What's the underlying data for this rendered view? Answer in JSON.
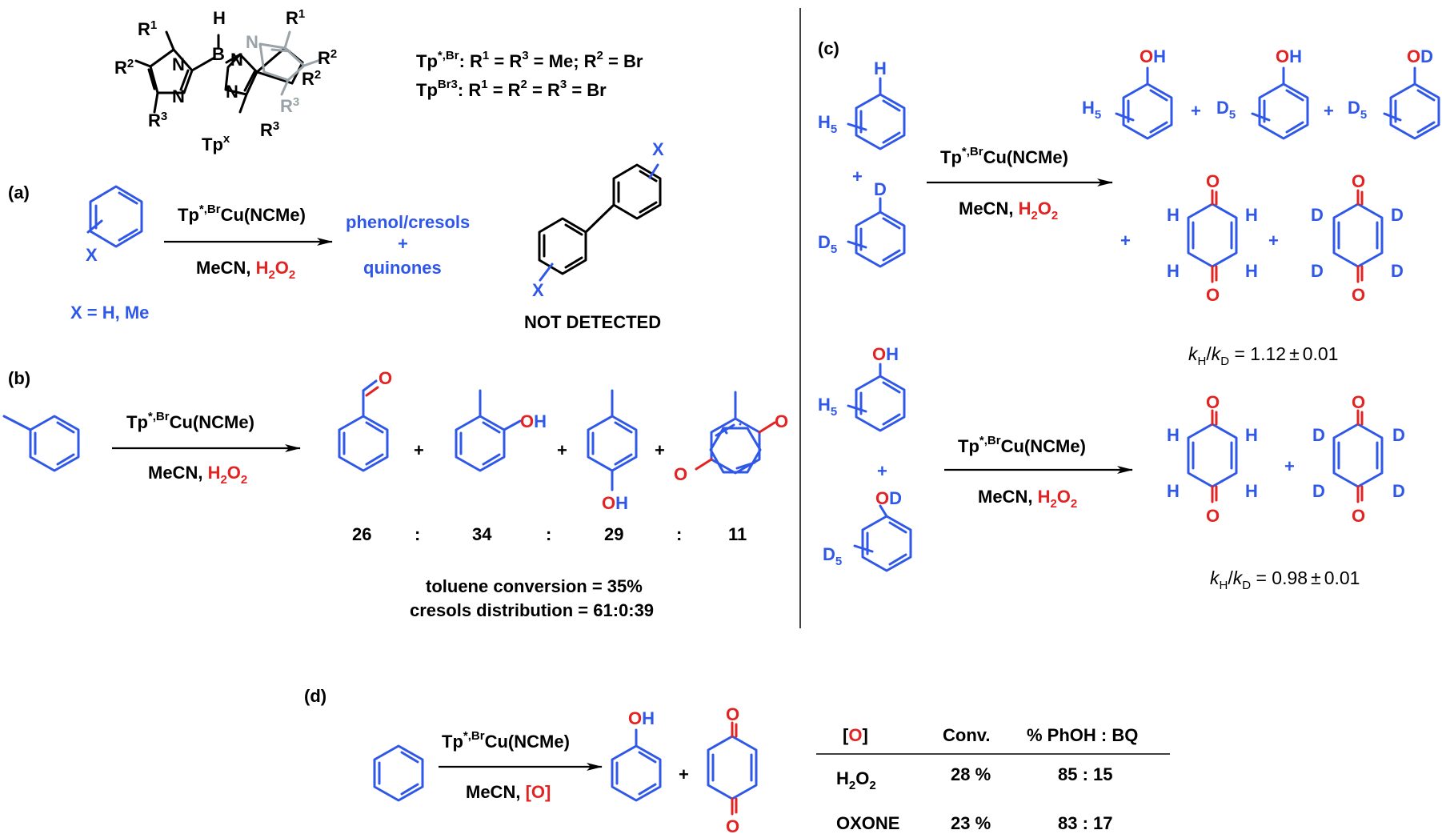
{
  "tp": {
    "R1": "R",
    "R2": "R",
    "R3": "R",
    "H": "H",
    "B": "B",
    "N": "N",
    "label": "Tp",
    "label_sup": "x",
    "def1_head": "Tp",
    "def1_sup": "*,Br",
    "def1_body": ": R",
    "def1_a": "1",
    "def1_b": " = R",
    "def1_c": "3",
    "def1_d": " = Me; R",
    "def1_e": "2",
    "def1_f": " = Br",
    "def2_head": "Tp",
    "def2_sup": "Br3",
    "def2_body": ": R",
    "def2_a": "1",
    "def2_b": " = R",
    "def2_c": "2",
    "def2_d": " = R",
    "def2_e": "3",
    "def2_f": " = Br",
    "sup1": "1",
    "sup2": "2",
    "sup3": "3"
  },
  "catalyst": {
    "tp": "Tp",
    "sup": "*,Br",
    "rest": "Cu(NCMe)"
  },
  "conditions": {
    "solvent": "MeCN, ",
    "oxidant_h": "H",
    "oxidant_2": "2",
    "oxidant_o": "O",
    "oxidant_o2": "2",
    "bracket_ox": "[O]"
  },
  "panel_a": {
    "label": "(a)",
    "x_label": "X",
    "x_def": "X = H, Me",
    "product1": "phenol/cresols",
    "plus": "+",
    "product2": "quinones",
    "not_detected": "NOT DETECTED"
  },
  "panel_b": {
    "label": "(b)",
    "plus": "+",
    "O": "O",
    "OH": "OH",
    "ratios": [
      "26",
      "34",
      "29",
      "11"
    ],
    "colon": ":",
    "conversion": "toluene conversion = 35%",
    "distribution": "cresols distribution = 61:0:39"
  },
  "panel_c": {
    "label": "(c)",
    "H": "H",
    "D": "D",
    "O": "O",
    "H5": "H",
    "D5": "D",
    "five": "5",
    "OH": "OH",
    "OD": "OD",
    "plus": "+",
    "kie1": "1.12",
    "kie2": "0.98",
    "pm": "0.01",
    "k": "k",
    "H_sub": "H",
    "D_sub": "D",
    "slash": "/",
    "eq": " = "
  },
  "panel_d": {
    "label": "(d)",
    "plus": "+",
    "O": "O",
    "OH": "OH",
    "table": {
      "headers": [
        "[O]",
        "Conv.",
        "% PhOH : BQ"
      ],
      "rows": [
        {
          "ox_main": "H",
          "ox_sub1": "2",
          "ox_mid": "O",
          "ox_sub2": "2",
          "conv": "28 %",
          "ratio": "85 : 15"
        },
        {
          "ox_main": "OXONE",
          "conv": "23 %",
          "ratio": "83 : 17"
        }
      ]
    }
  },
  "colors": {
    "blue": "#2f57e8",
    "red": "#e32222",
    "grey": "#9aa4a8",
    "black": "#000000"
  }
}
